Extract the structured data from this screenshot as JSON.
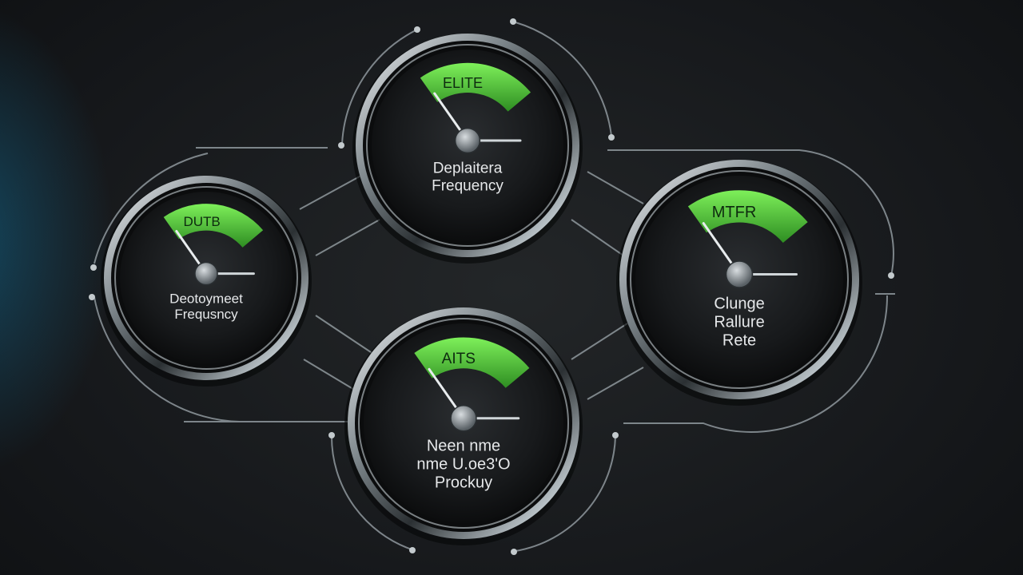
{
  "gauges": [
    {
      "id": "deployment-frequency",
      "badge": "DUTB",
      "label_lines": [
        "Deotoymeet",
        "Frequsncy"
      ],
      "needle_level": 0.25
    },
    {
      "id": "lead-time",
      "badge": "ELITE",
      "label_lines": [
        "Deplaitera",
        "Frequency"
      ],
      "needle_level": 0.25
    },
    {
      "id": "change-failure-rate",
      "badge": "MTFR",
      "label_lines": [
        "Clunge",
        "Rallure",
        "Rete"
      ],
      "needle_level": 0.25
    },
    {
      "id": "mean-time-to-restore",
      "badge": "AITS",
      "label_lines": [
        "Neen nme",
        "nme U.oe3'O",
        "Prockuy"
      ],
      "needle_level": 0.25
    }
  ],
  "colors": {
    "badge_green": "#5fd13f",
    "badge_green_dark": "#2f8f22",
    "bezel": "#c9d0d4",
    "face": "#1a1c1e",
    "connector": "#9aa3a8"
  }
}
